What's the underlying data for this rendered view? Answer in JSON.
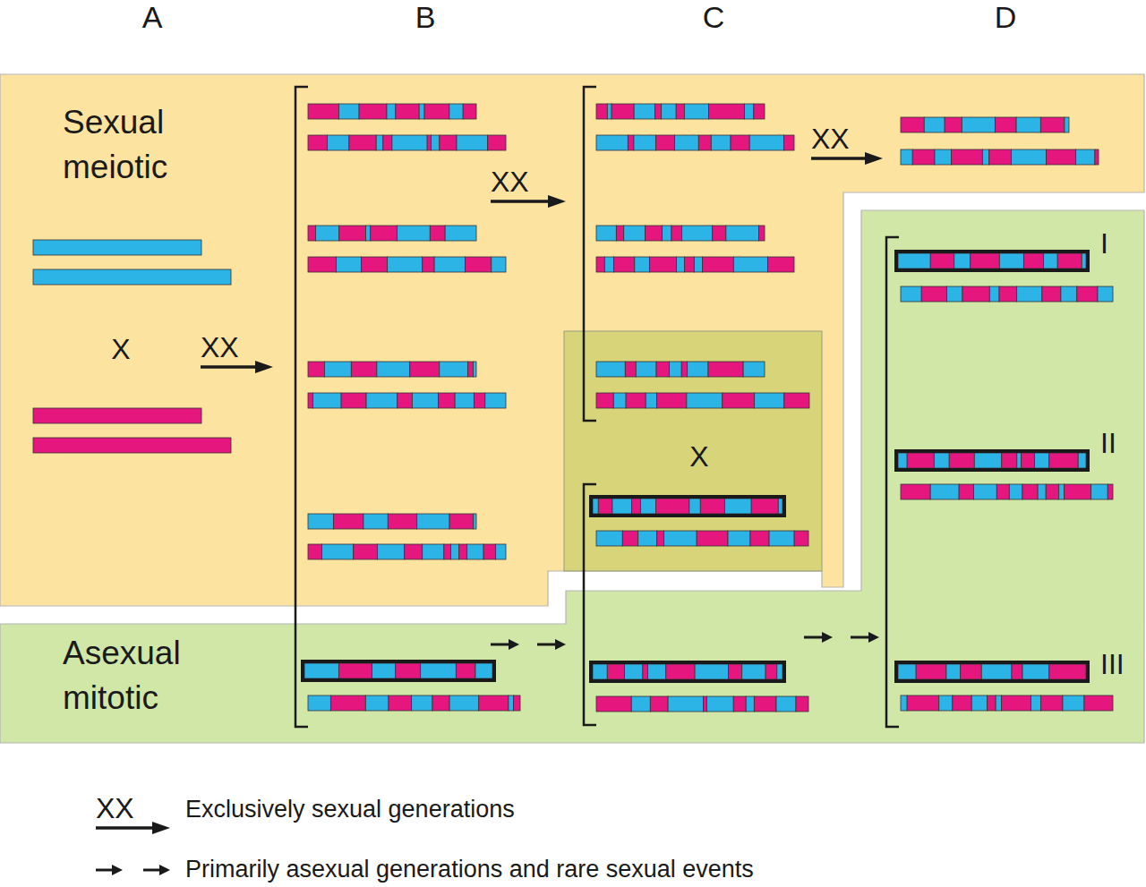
{
  "diagram": {
    "nodes": [
      {
        "text": [
          "Sexual meiotic"
        ]
      },
      {
        "text": [
          "Asexual mitotic"
        ]
      }
    ],
    "labels": [
      "A",
      "B",
      "C",
      "D",
      "X",
      "XX",
      "XX",
      "XX",
      "X",
      "I",
      "II",
      "III",
      "XX"
    ],
    "legend": [
      {
        "text": "Exclusively sexual generations"
      },
      {
        "text": "Primarily asexual generations and rare sexual events"
      }
    ]
  }
}
